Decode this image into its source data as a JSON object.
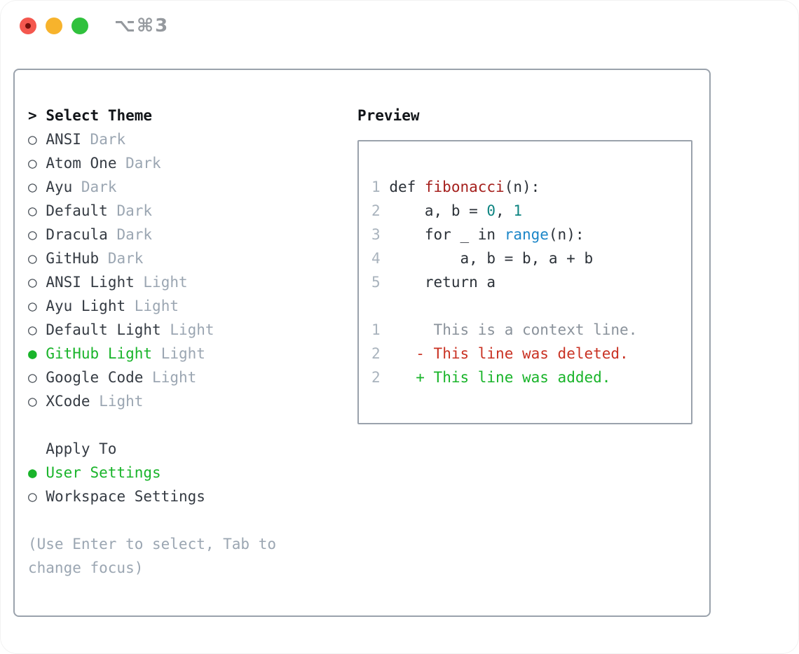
{
  "window": {
    "title": "⌥⌘3"
  },
  "colors": {
    "accent_green": "#19b42a",
    "deleted_red": "#c93223",
    "function_red": "#a5201d",
    "builtin_blue": "#1b86c8",
    "number_teal": "#0d8481",
    "code_text": "#2b3138",
    "item_text": "#353b43",
    "marker_gray": "#454c54",
    "muted_gray": "#9ba6b2",
    "context_gray": "#8a929b",
    "line_number_gray": "#a9b3bd",
    "border_gray": "#9aa2ac",
    "traffic_red": "#f4574e",
    "traffic_yellow": "#f7b32c",
    "traffic_green": "#30c13d"
  },
  "theme_picker": {
    "header": {
      "marker": ">",
      "label": "Select Theme"
    },
    "themes": [
      {
        "slug": "ansi-dark",
        "marker": "○",
        "name": "ANSI",
        "variant": "Dark",
        "selected": false
      },
      {
        "slug": "atom-one-dark",
        "marker": "○",
        "name": "Atom One",
        "variant": "Dark",
        "selected": false
      },
      {
        "slug": "ayu-dark",
        "marker": "○",
        "name": "Ayu",
        "variant": "Dark",
        "selected": false
      },
      {
        "slug": "default-dark",
        "marker": "○",
        "name": "Default",
        "variant": "Dark",
        "selected": false
      },
      {
        "slug": "dracula-dark",
        "marker": "○",
        "name": "Dracula",
        "variant": "Dark",
        "selected": false
      },
      {
        "slug": "github-dark",
        "marker": "○",
        "name": "GitHub",
        "variant": "Dark",
        "selected": false
      },
      {
        "slug": "ansi-light",
        "marker": "○",
        "name": "ANSI Light",
        "variant": "Light",
        "selected": false
      },
      {
        "slug": "ayu-light",
        "marker": "○",
        "name": "Ayu Light",
        "variant": "Light",
        "selected": false
      },
      {
        "slug": "default-light",
        "marker": "○",
        "name": "Default Light",
        "variant": "Light",
        "selected": false
      },
      {
        "slug": "github-light",
        "marker": "●",
        "name": "GitHub Light",
        "variant": "Light",
        "selected": true
      },
      {
        "slug": "google-code-light",
        "marker": "○",
        "name": "Google Code",
        "variant": "Light",
        "selected": false
      },
      {
        "slug": "xcode-light",
        "marker": "○",
        "name": "XCode",
        "variant": "Light",
        "selected": false
      }
    ],
    "apply_to": {
      "label": "Apply To",
      "options": [
        {
          "slug": "user-settings",
          "marker": "●",
          "name": "User Settings",
          "selected": true
        },
        {
          "slug": "workspace-settings",
          "marker": "○",
          "name": "Workspace Settings",
          "selected": false
        }
      ]
    },
    "footer_lines": [
      "(Use Enter to select, Tab to",
      "change focus)"
    ]
  },
  "preview": {
    "label": "Preview",
    "code_lines": [
      {
        "num": "1",
        "segments": [
          {
            "text": "def ",
            "color": "code_text"
          },
          {
            "text": "fibonacci",
            "color": "function_red"
          },
          {
            "text": "(n):",
            "color": "code_text"
          }
        ]
      },
      {
        "num": "2",
        "segments": [
          {
            "text": "    a, b = ",
            "color": "code_text"
          },
          {
            "text": "0",
            "color": "number_teal"
          },
          {
            "text": ", ",
            "color": "code_text"
          },
          {
            "text": "1",
            "color": "number_teal"
          }
        ]
      },
      {
        "num": "3",
        "segments": [
          {
            "text": "    for _ in ",
            "color": "code_text"
          },
          {
            "text": "range",
            "color": "builtin_blue"
          },
          {
            "text": "(n):",
            "color": "code_text"
          }
        ]
      },
      {
        "num": "4",
        "segments": [
          {
            "text": "        a, b = b, a + b",
            "color": "code_text"
          }
        ]
      },
      {
        "num": "5",
        "segments": [
          {
            "text": "    return a",
            "color": "code_text"
          }
        ]
      }
    ],
    "diff_lines": [
      {
        "num": "1",
        "marker": " ",
        "text": "This is a context line.",
        "type": "context"
      },
      {
        "num": "2",
        "marker": "-",
        "text": "This line was deleted.",
        "type": "deleted"
      },
      {
        "num": "2",
        "marker": "+",
        "text": "This line was added.",
        "type": "added"
      }
    ]
  }
}
